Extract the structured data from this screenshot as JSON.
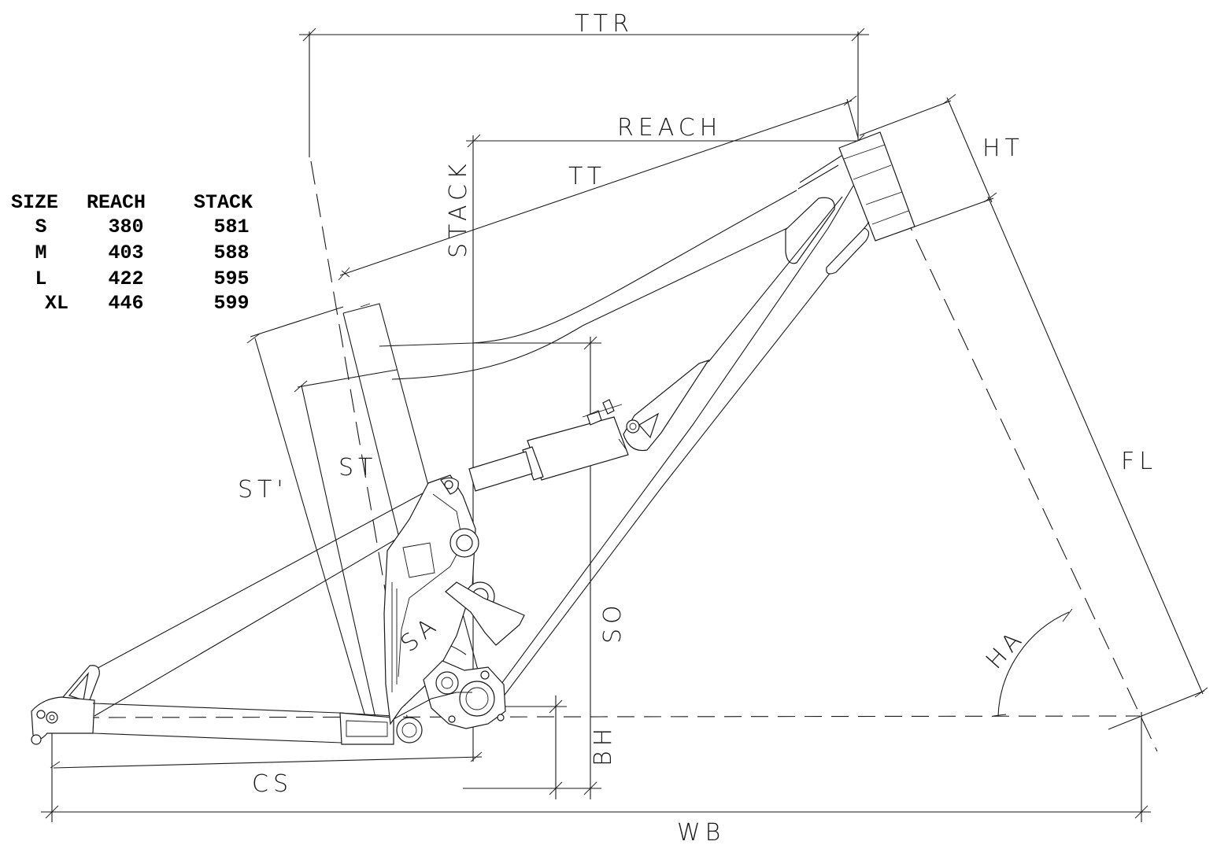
{
  "labels": {
    "ttr": "TTR",
    "reach": "REACH",
    "tt": "TT",
    "ht": "HT",
    "stack": "STACK",
    "st_prime": "ST'",
    "st": "ST",
    "fl": "FL",
    "so": "SO",
    "sa": "SA",
    "ha": "HA",
    "bh": "BH",
    "cs": "CS",
    "wb": "WB"
  },
  "size_table": {
    "headers": [
      "SIZE",
      "REACH",
      "STACK"
    ],
    "rows": [
      [
        "S",
        "380",
        "581"
      ],
      [
        "M",
        "403",
        "588"
      ],
      [
        "L",
        "422",
        "595"
      ],
      [
        "XL",
        "446",
        "599"
      ]
    ]
  }
}
